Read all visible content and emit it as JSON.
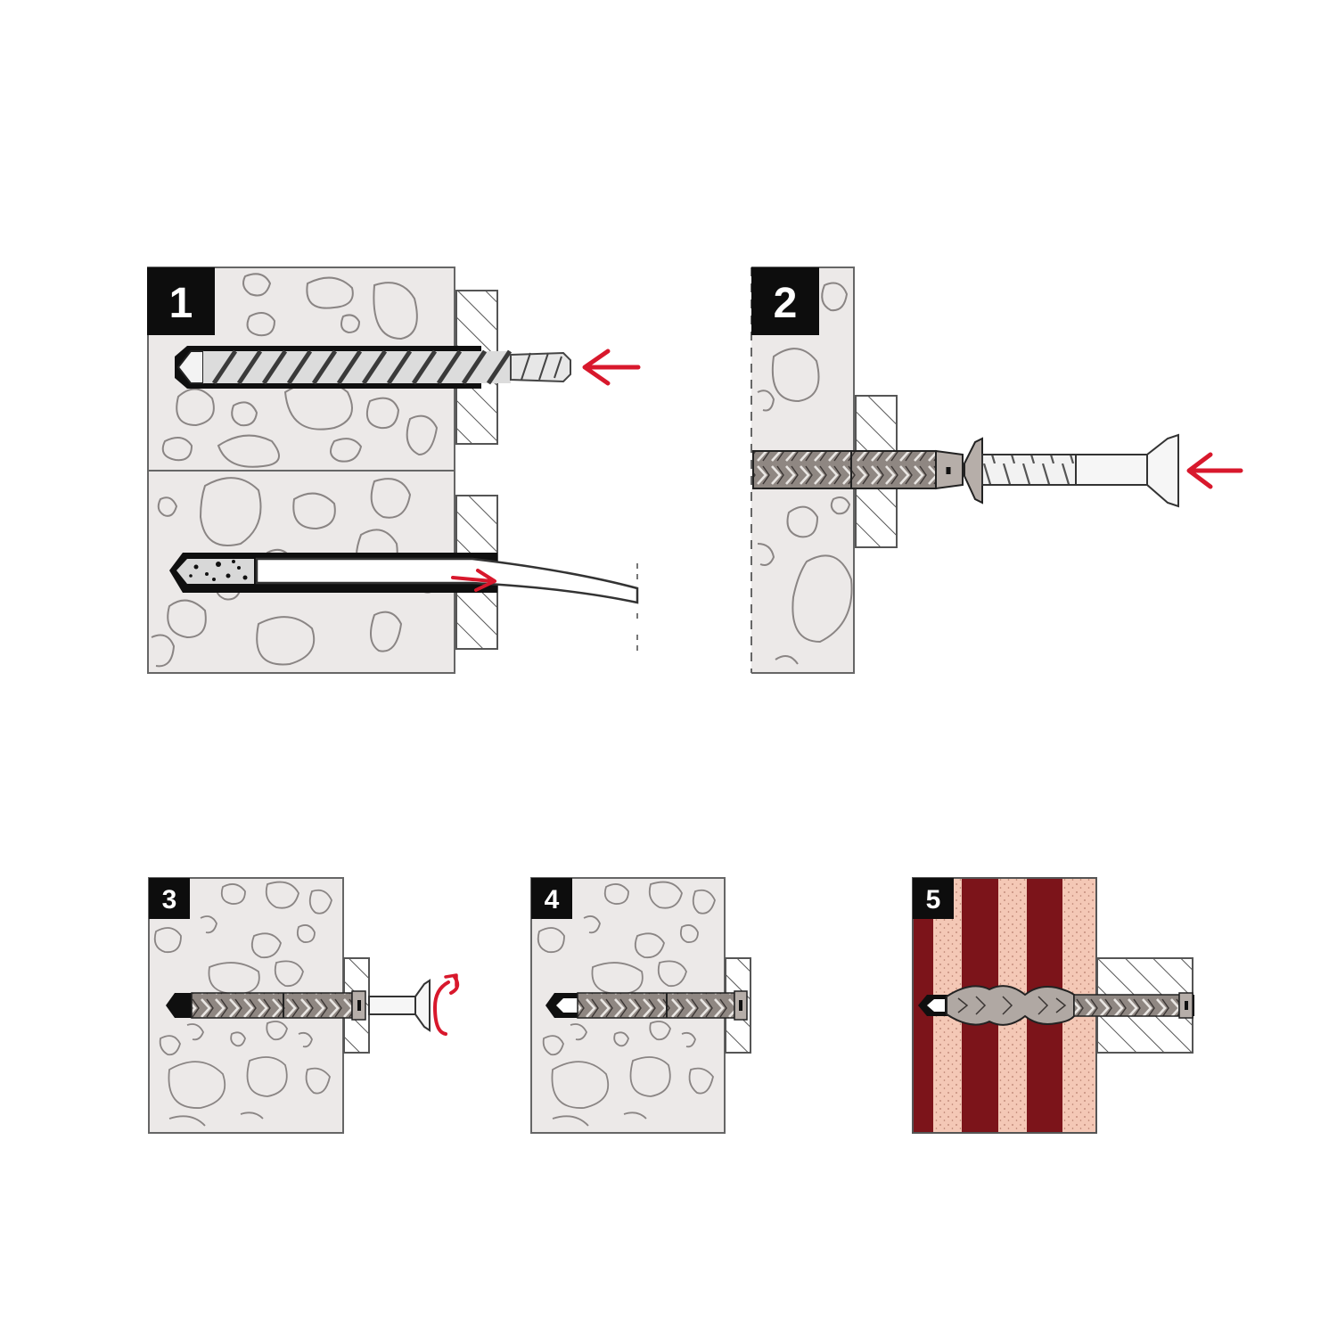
{
  "steps": [
    {
      "number": "1"
    },
    {
      "number": "2"
    },
    {
      "number": "3"
    },
    {
      "number": "4"
    },
    {
      "number": "5"
    }
  ],
  "colors": {
    "concrete": "#ece9e8",
    "outline": "#666666",
    "badge": "#0d0d0d",
    "arrow_red": "#d8182c",
    "brick_dark": "#7c141a",
    "brick_light": "#f4c8b6",
    "plug_gray": "#8f8782"
  },
  "icons": [
    "arrow-left-icon",
    "arrow-right-icon",
    "rotate-icon"
  ]
}
